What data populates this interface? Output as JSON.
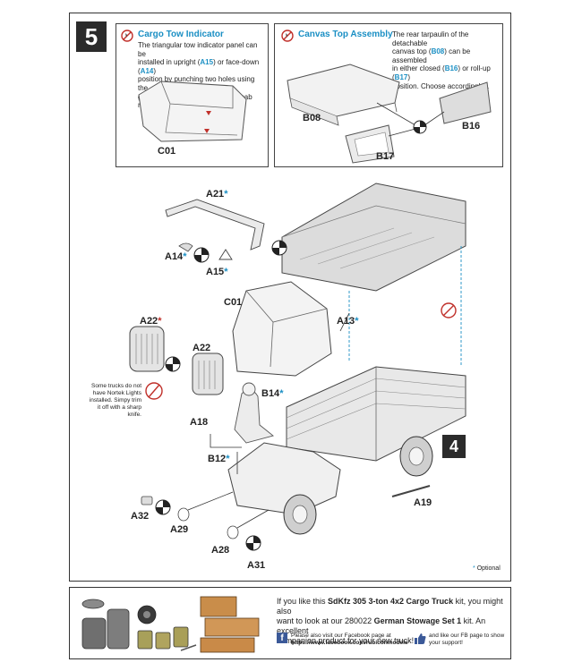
{
  "step": {
    "number": "5",
    "sub_step": "4"
  },
  "panels": {
    "tow": {
      "title": "Cargo Tow Indicator",
      "text_1": "The triangular tow indicator panel can be",
      "text_2": "installed in upright (",
      "code_upright": "A15",
      "text_3": ") or face-down (",
      "code_facedown": "A14",
      "text_4": ")",
      "text_5": "position by punching two holes using the",
      "text_6": "guides provided underneath the cab roof.",
      "part": "C01",
      "icon": "prohibited-glue-icon"
    },
    "canvas": {
      "title": "Canvas Top Assembly",
      "text_1": "The rear tarpaulin of the detachable",
      "text_2": "canvas top (",
      "code_top": "B08",
      "text_3": ") can be assembled",
      "text_4": "in either closed (",
      "code_closed": "B16",
      "text_5": ") or roll-up (",
      "code_rollup": "B17",
      "text_6": ")",
      "text_7": "position.  Choose accordingly...",
      "parts": {
        "top": "B08",
        "closed": "B16",
        "rollup": "B17"
      },
      "icon": "prohibited-glue-icon"
    }
  },
  "labels": {
    "a21": "A21",
    "a14": "A14",
    "a15": "A15",
    "c01": "C01",
    "a22_red": "A22",
    "a22": "A22",
    "a13": "A13",
    "b14": "B14",
    "a18": "A18",
    "b12": "B12",
    "a19": "A19",
    "a32": "A32",
    "a29": "A29",
    "a28": "A28",
    "a31": "A31"
  },
  "star": "*",
  "note": [
    "Some trucks do not",
    "have Nortek Lights",
    "installed.  Simpy trim",
    "it off with a sharp knife."
  ],
  "optional": "Optional",
  "footer": {
    "line1_a": "If you like this ",
    "line1_b": "SdKfz 305 3-ton 4x2 Cargo Truck",
    "line1_c": " kit, you might also",
    "line2": "want to look at our 280022 ",
    "line2_b": "German Stowage Set 1",
    "line2_c": " kit.  An excellent",
    "line3": "companion product for your new truck!",
    "fb_text_1": "Please also visit our Facebook page at",
    "fb_text_2": "https://www.facebook.com/rubiconmodels",
    "like_text_1": "and like our FB page to show",
    "like_text_2": "your support!"
  },
  "colors": {
    "accent": "#1a8fc4",
    "star_red": "#c0302a",
    "badge": "#2b2b2b"
  }
}
